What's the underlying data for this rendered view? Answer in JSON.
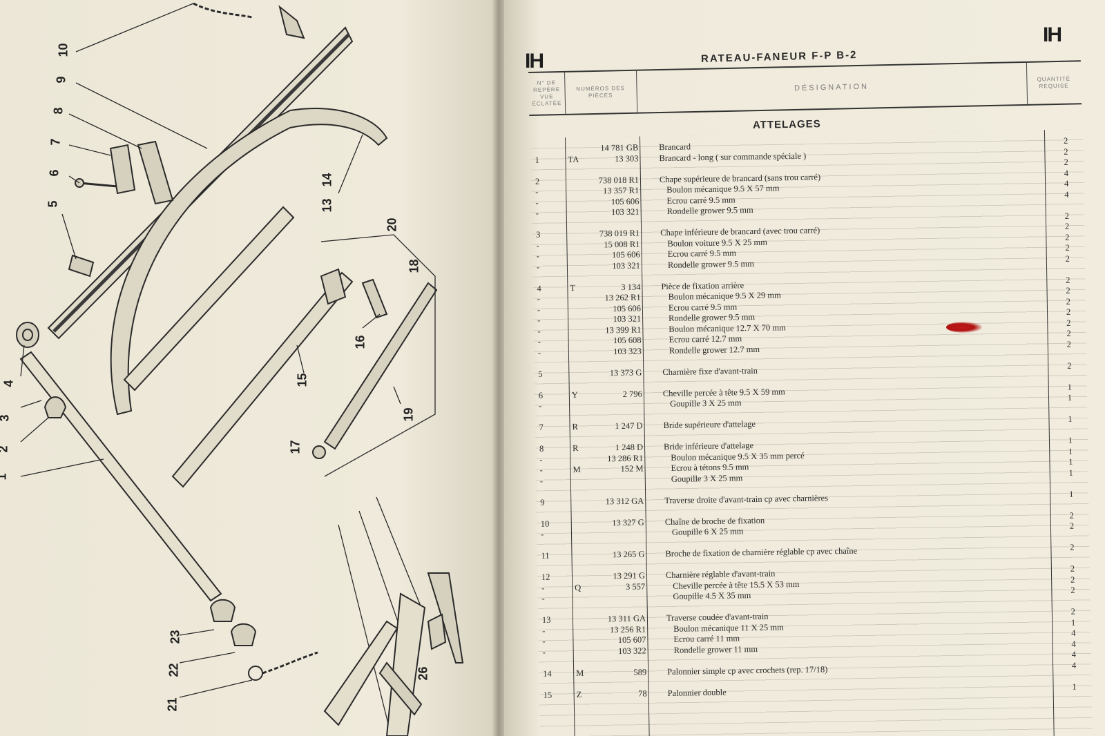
{
  "left_page": {
    "callouts": [
      "1",
      "2",
      "3",
      "4",
      "5",
      "6",
      "7",
      "8",
      "9",
      "10",
      "13",
      "14",
      "15",
      "16",
      "17",
      "18",
      "19",
      "20",
      "21",
      "22",
      "23",
      "26"
    ]
  },
  "right_page": {
    "logo_mark": "IH",
    "title": "RATEAU-FANEUR F-P B-2",
    "columns": {
      "repere": "N° de repère vue éclatée",
      "numeros": "Numéros des pièces",
      "designation": "Désignation",
      "quantite": "Quantité requise"
    },
    "section_title": "ATTELAGES",
    "rows": [
      {
        "rep": "",
        "pre": "",
        "num": "14 781 GB",
        "des": "Brancard",
        "qty": "2",
        "sub": false
      },
      {
        "rep": "1",
        "pre": "TA",
        "num": "13 303",
        "des": "Brancard - long ( sur commande spéciale )",
        "qty": "2",
        "sub": false
      },
      {
        "rep": "",
        "pre": "",
        "num": "",
        "des": "",
        "qty": "2",
        "sub": false
      },
      {
        "rep": "2",
        "pre": "",
        "num": "738 018 R1",
        "des": "Chape supérieure de brancard (sans trou carré)",
        "qty": "4",
        "sub": false
      },
      {
        "rep": "-",
        "pre": "",
        "num": "13 357 R1",
        "des": "Boulon mécanique 9.5 X 57 mm",
        "qty": "4",
        "sub": true
      },
      {
        "rep": "-",
        "pre": "",
        "num": "105 606",
        "des": "Ecrou carré 9.5 mm",
        "qty": "4",
        "sub": true
      },
      {
        "rep": "-",
        "pre": "",
        "num": "103 321",
        "des": "Rondelle grower 9.5 mm",
        "qty": "",
        "sub": true
      },
      {
        "rep": "",
        "pre": "",
        "num": "",
        "des": "",
        "qty": "2",
        "sub": false
      },
      {
        "rep": "3",
        "pre": "",
        "num": "738 019 R1",
        "des": "Chape inférieure de brancard (avec trou carré)",
        "qty": "2",
        "sub": false
      },
      {
        "rep": "-",
        "pre": "",
        "num": "15 008 R1",
        "des": "Boulon voiture 9.5 X 25 mm",
        "qty": "2",
        "sub": true
      },
      {
        "rep": "-",
        "pre": "",
        "num": "105 606",
        "des": "Ecrou carré 9.5 mm",
        "qty": "2",
        "sub": true
      },
      {
        "rep": "-",
        "pre": "",
        "num": "103 321",
        "des": "Rondelle grower 9.5 mm",
        "qty": "2",
        "sub": true
      },
      {
        "rep": "",
        "pre": "",
        "num": "",
        "des": "",
        "qty": "",
        "sub": false
      },
      {
        "rep": "4",
        "pre": "T",
        "num": "3 134",
        "des": "Pièce de fixation arrière",
        "qty": "2",
        "sub": false
      },
      {
        "rep": "-",
        "pre": "",
        "num": "13 262 R1",
        "des": "Boulon mécanique 9.5 X 29 mm",
        "qty": "2",
        "sub": true
      },
      {
        "rep": "-",
        "pre": "",
        "num": "105 606",
        "des": "Ecrou carré 9.5 mm",
        "qty": "2",
        "sub": true
      },
      {
        "rep": "-",
        "pre": "",
        "num": "103 321",
        "des": "Rondelle grower 9.5 mm",
        "qty": "2",
        "sub": true
      },
      {
        "rep": "-",
        "pre": "",
        "num": "13 399 R1",
        "des": "Boulon mécanique 12.7 X 70 mm",
        "qty": "2",
        "sub": true
      },
      {
        "rep": "-",
        "pre": "",
        "num": "105 608",
        "des": "Ecrou carré 12.7 mm",
        "qty": "2",
        "sub": true
      },
      {
        "rep": "-",
        "pre": "",
        "num": "103 323",
        "des": "Rondelle grower 12.7 mm",
        "qty": "2",
        "sub": true
      },
      {
        "rep": "",
        "pre": "",
        "num": "",
        "des": "",
        "qty": "",
        "sub": false
      },
      {
        "rep": "5",
        "pre": "",
        "num": "13 373 G",
        "des": "Charnière fixe d'avant-train",
        "qty": "2",
        "sub": false
      },
      {
        "rep": "",
        "pre": "",
        "num": "",
        "des": "",
        "qty": "",
        "sub": false
      },
      {
        "rep": "6",
        "pre": "Y",
        "num": "2 796",
        "des": "Cheville percée à tête 9.5 X 59 mm",
        "qty": "1",
        "sub": false
      },
      {
        "rep": "-",
        "pre": "",
        "num": "",
        "des": "Goupille 3 X 25 mm",
        "qty": "1",
        "sub": true
      },
      {
        "rep": "",
        "pre": "",
        "num": "",
        "des": "",
        "qty": "",
        "sub": false
      },
      {
        "rep": "7",
        "pre": "R",
        "num": "1 247 D",
        "des": "Bride supérieure d'attelage",
        "qty": "1",
        "sub": false
      },
      {
        "rep": "",
        "pre": "",
        "num": "",
        "des": "",
        "qty": "",
        "sub": false
      },
      {
        "rep": "8",
        "pre": "R",
        "num": "1 248 D",
        "des": "Bride inférieure d'attelage",
        "qty": "1",
        "sub": false
      },
      {
        "rep": "-",
        "pre": "",
        "num": "13 286 R1",
        "des": "Boulon mécanique 9.5 X 35 mm percé",
        "qty": "1",
        "sub": true
      },
      {
        "rep": "-",
        "pre": "M",
        "num": "152 M",
        "des": "Ecrou à tétons 9.5 mm",
        "qty": "1",
        "sub": true
      },
      {
        "rep": "-",
        "pre": "",
        "num": "",
        "des": "Goupille 3 X 25 mm",
        "qty": "1",
        "sub": true
      },
      {
        "rep": "",
        "pre": "",
        "num": "",
        "des": "",
        "qty": "",
        "sub": false
      },
      {
        "rep": "9",
        "pre": "",
        "num": "13 312 GA",
        "des": "Traverse droite d'avant-train cp avec charnières",
        "qty": "1",
        "sub": false
      },
      {
        "rep": "",
        "pre": "",
        "num": "",
        "des": "",
        "qty": "",
        "sub": false
      },
      {
        "rep": "10",
        "pre": "",
        "num": "13 327 G",
        "des": "Chaîne de broche de fixation",
        "qty": "2",
        "sub": false
      },
      {
        "rep": "-",
        "pre": "",
        "num": "",
        "des": "Goupille 6 X 25 mm",
        "qty": "2",
        "sub": true
      },
      {
        "rep": "",
        "pre": "",
        "num": "",
        "des": "",
        "qty": "",
        "sub": false
      },
      {
        "rep": "11",
        "pre": "",
        "num": "13 265 G",
        "des": "Broche de fixation de charnière réglable cp avec chaîne",
        "qty": "2",
        "sub": false
      },
      {
        "rep": "",
        "pre": "",
        "num": "",
        "des": "",
        "qty": "",
        "sub": false
      },
      {
        "rep": "12",
        "pre": "",
        "num": "13 291 G",
        "des": "Charnière réglable d'avant-train",
        "qty": "2",
        "sub": false
      },
      {
        "rep": "-",
        "pre": "Q",
        "num": "3 557",
        "des": "Cheville percée à tête 15.5 X 53 mm",
        "qty": "2",
        "sub": true
      },
      {
        "rep": "-",
        "pre": "",
        "num": "",
        "des": "Goupille 4.5 X 35 mm",
        "qty": "2",
        "sub": true
      },
      {
        "rep": "",
        "pre": "",
        "num": "",
        "des": "",
        "qty": "",
        "sub": false
      },
      {
        "rep": "13",
        "pre": "",
        "num": "13 311 GA",
        "des": "Traverse coudée d'avant-train",
        "qty": "2",
        "sub": false
      },
      {
        "rep": "-",
        "pre": "",
        "num": "13 256 R1",
        "des": "Boulon mécanique 11 X 25 mm",
        "qty": "1",
        "sub": true
      },
      {
        "rep": "-",
        "pre": "",
        "num": "105 607",
        "des": "Ecrou carré 11 mm",
        "qty": "4",
        "sub": true
      },
      {
        "rep": "-",
        "pre": "",
        "num": "103 322",
        "des": "Rondelle grower 11 mm",
        "qty": "4",
        "sub": true
      },
      {
        "rep": "",
        "pre": "",
        "num": "",
        "des": "",
        "qty": "4",
        "sub": false
      },
      {
        "rep": "14",
        "pre": "M",
        "num": "589",
        "des": "Palonnier simple cp avec crochets (rep. 17/18)",
        "qty": "4",
        "sub": false
      },
      {
        "rep": "",
        "pre": "",
        "num": "",
        "des": "",
        "qty": "",
        "sub": false
      },
      {
        "rep": "15",
        "pre": "Z",
        "num": "78",
        "des": "Palonnier double",
        "qty": "1",
        "sub": false
      }
    ]
  }
}
